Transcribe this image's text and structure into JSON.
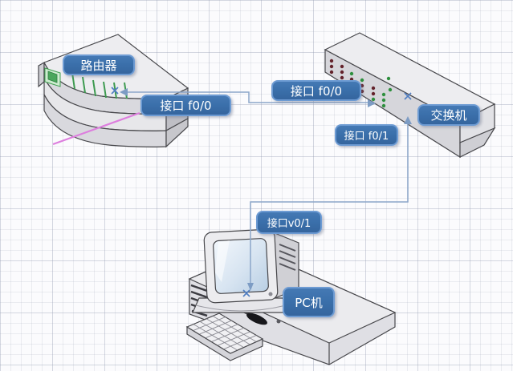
{
  "diagram": {
    "type": "network-topology",
    "devices": {
      "router": {
        "name": "路由器"
      },
      "switch": {
        "name": "交换机"
      },
      "pc": {
        "name": "PC机"
      }
    },
    "port_labels": {
      "router_f00": "接口 f0/0",
      "switch_f00": "接口 f0/0",
      "switch_f01": "接口 f0/1",
      "pc_v01": "接口v0/1"
    },
    "connections": [
      {
        "from": "switch 接口 f0/0",
        "to": "router 接口 f0/0"
      },
      {
        "from": "pc 接口v0/1",
        "to": "switch 接口 f0/1"
      }
    ],
    "colors": {
      "callout_fill": "#3b70ab",
      "callout_border": "#6d9bd3",
      "callout_text": "#ffffff",
      "connector_line": "#8ba6c9",
      "connector_arrow": "#7d9cc4",
      "connection_marker_x": "#4f7dc2",
      "led_dark_red": "#63222b",
      "led_green": "#2e8f3e",
      "router_tick_green": "#3d9a50",
      "highlight_magenta": "#dd7ede",
      "grid_line": "#dfe2ea"
    }
  }
}
